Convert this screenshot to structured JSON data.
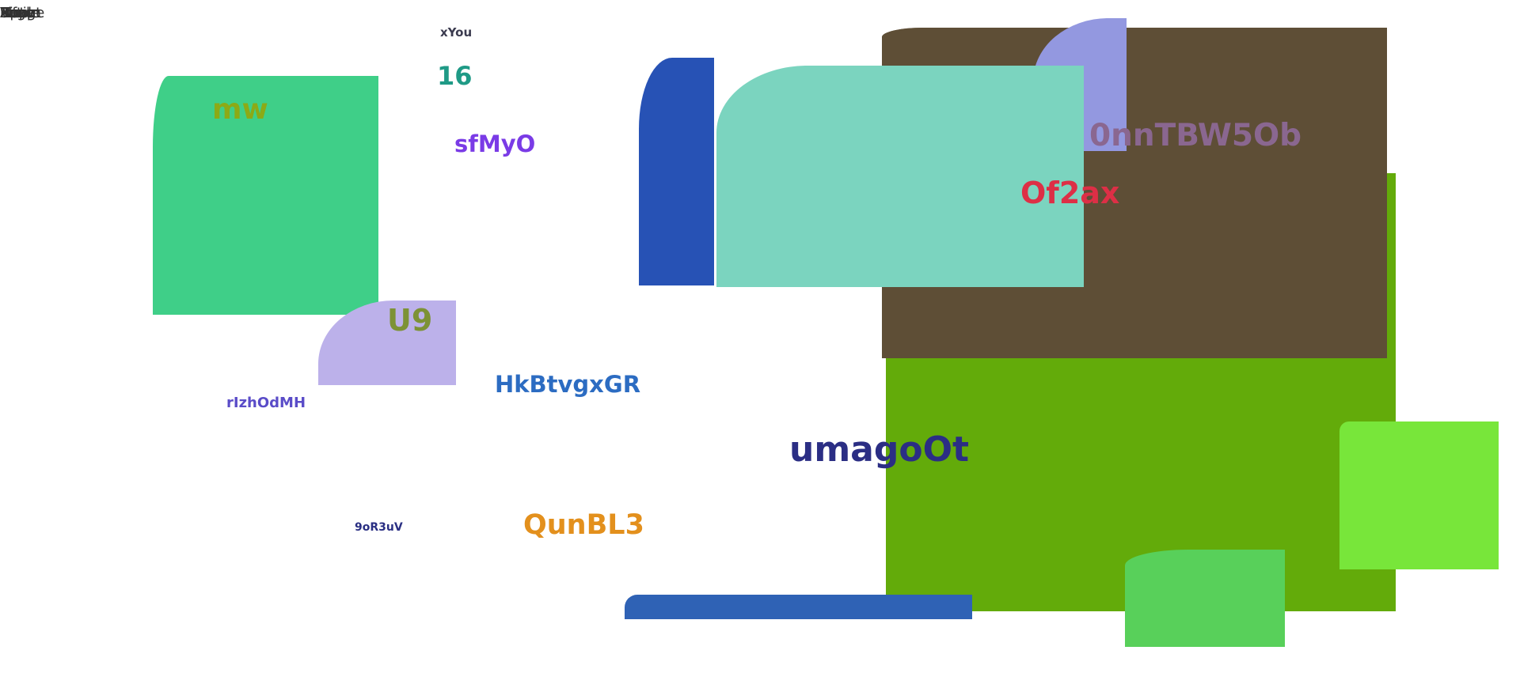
{
  "corner_labels": [
    "Script",
    "Image",
    "Page",
    "Note",
    "Mode",
    "View",
    "Zoom",
    "Lift",
    "Apple"
  ],
  "labels": {
    "xyou": "xYou",
    "n16": "16",
    "mw": "mw",
    "sfmyo": "sfMyO",
    "u9": "U9",
    "rizhodmh": "rIzhOdMH",
    "hkbtvgxgr": "HkBtvgxGR",
    "umagoot": "umagoOt",
    "oor3uv": "9oR3uV",
    "qunbl3": "QunBL3",
    "onntbw5ob": "0nnTBW5Ob",
    "of2ax": "Of2ax"
  },
  "colors": {
    "green_block": "#3fcf88",
    "lavender": "#bcb1ea",
    "blue_tall": "#2752b5",
    "teal": "#7bd4bf",
    "brown": "#5e4e36",
    "periwinkle": "#9398e0",
    "olive_green": "#63ab0a",
    "lime": "#78e63a",
    "mid_green": "#58d05a",
    "blue_bar": "#2f62b5"
  }
}
